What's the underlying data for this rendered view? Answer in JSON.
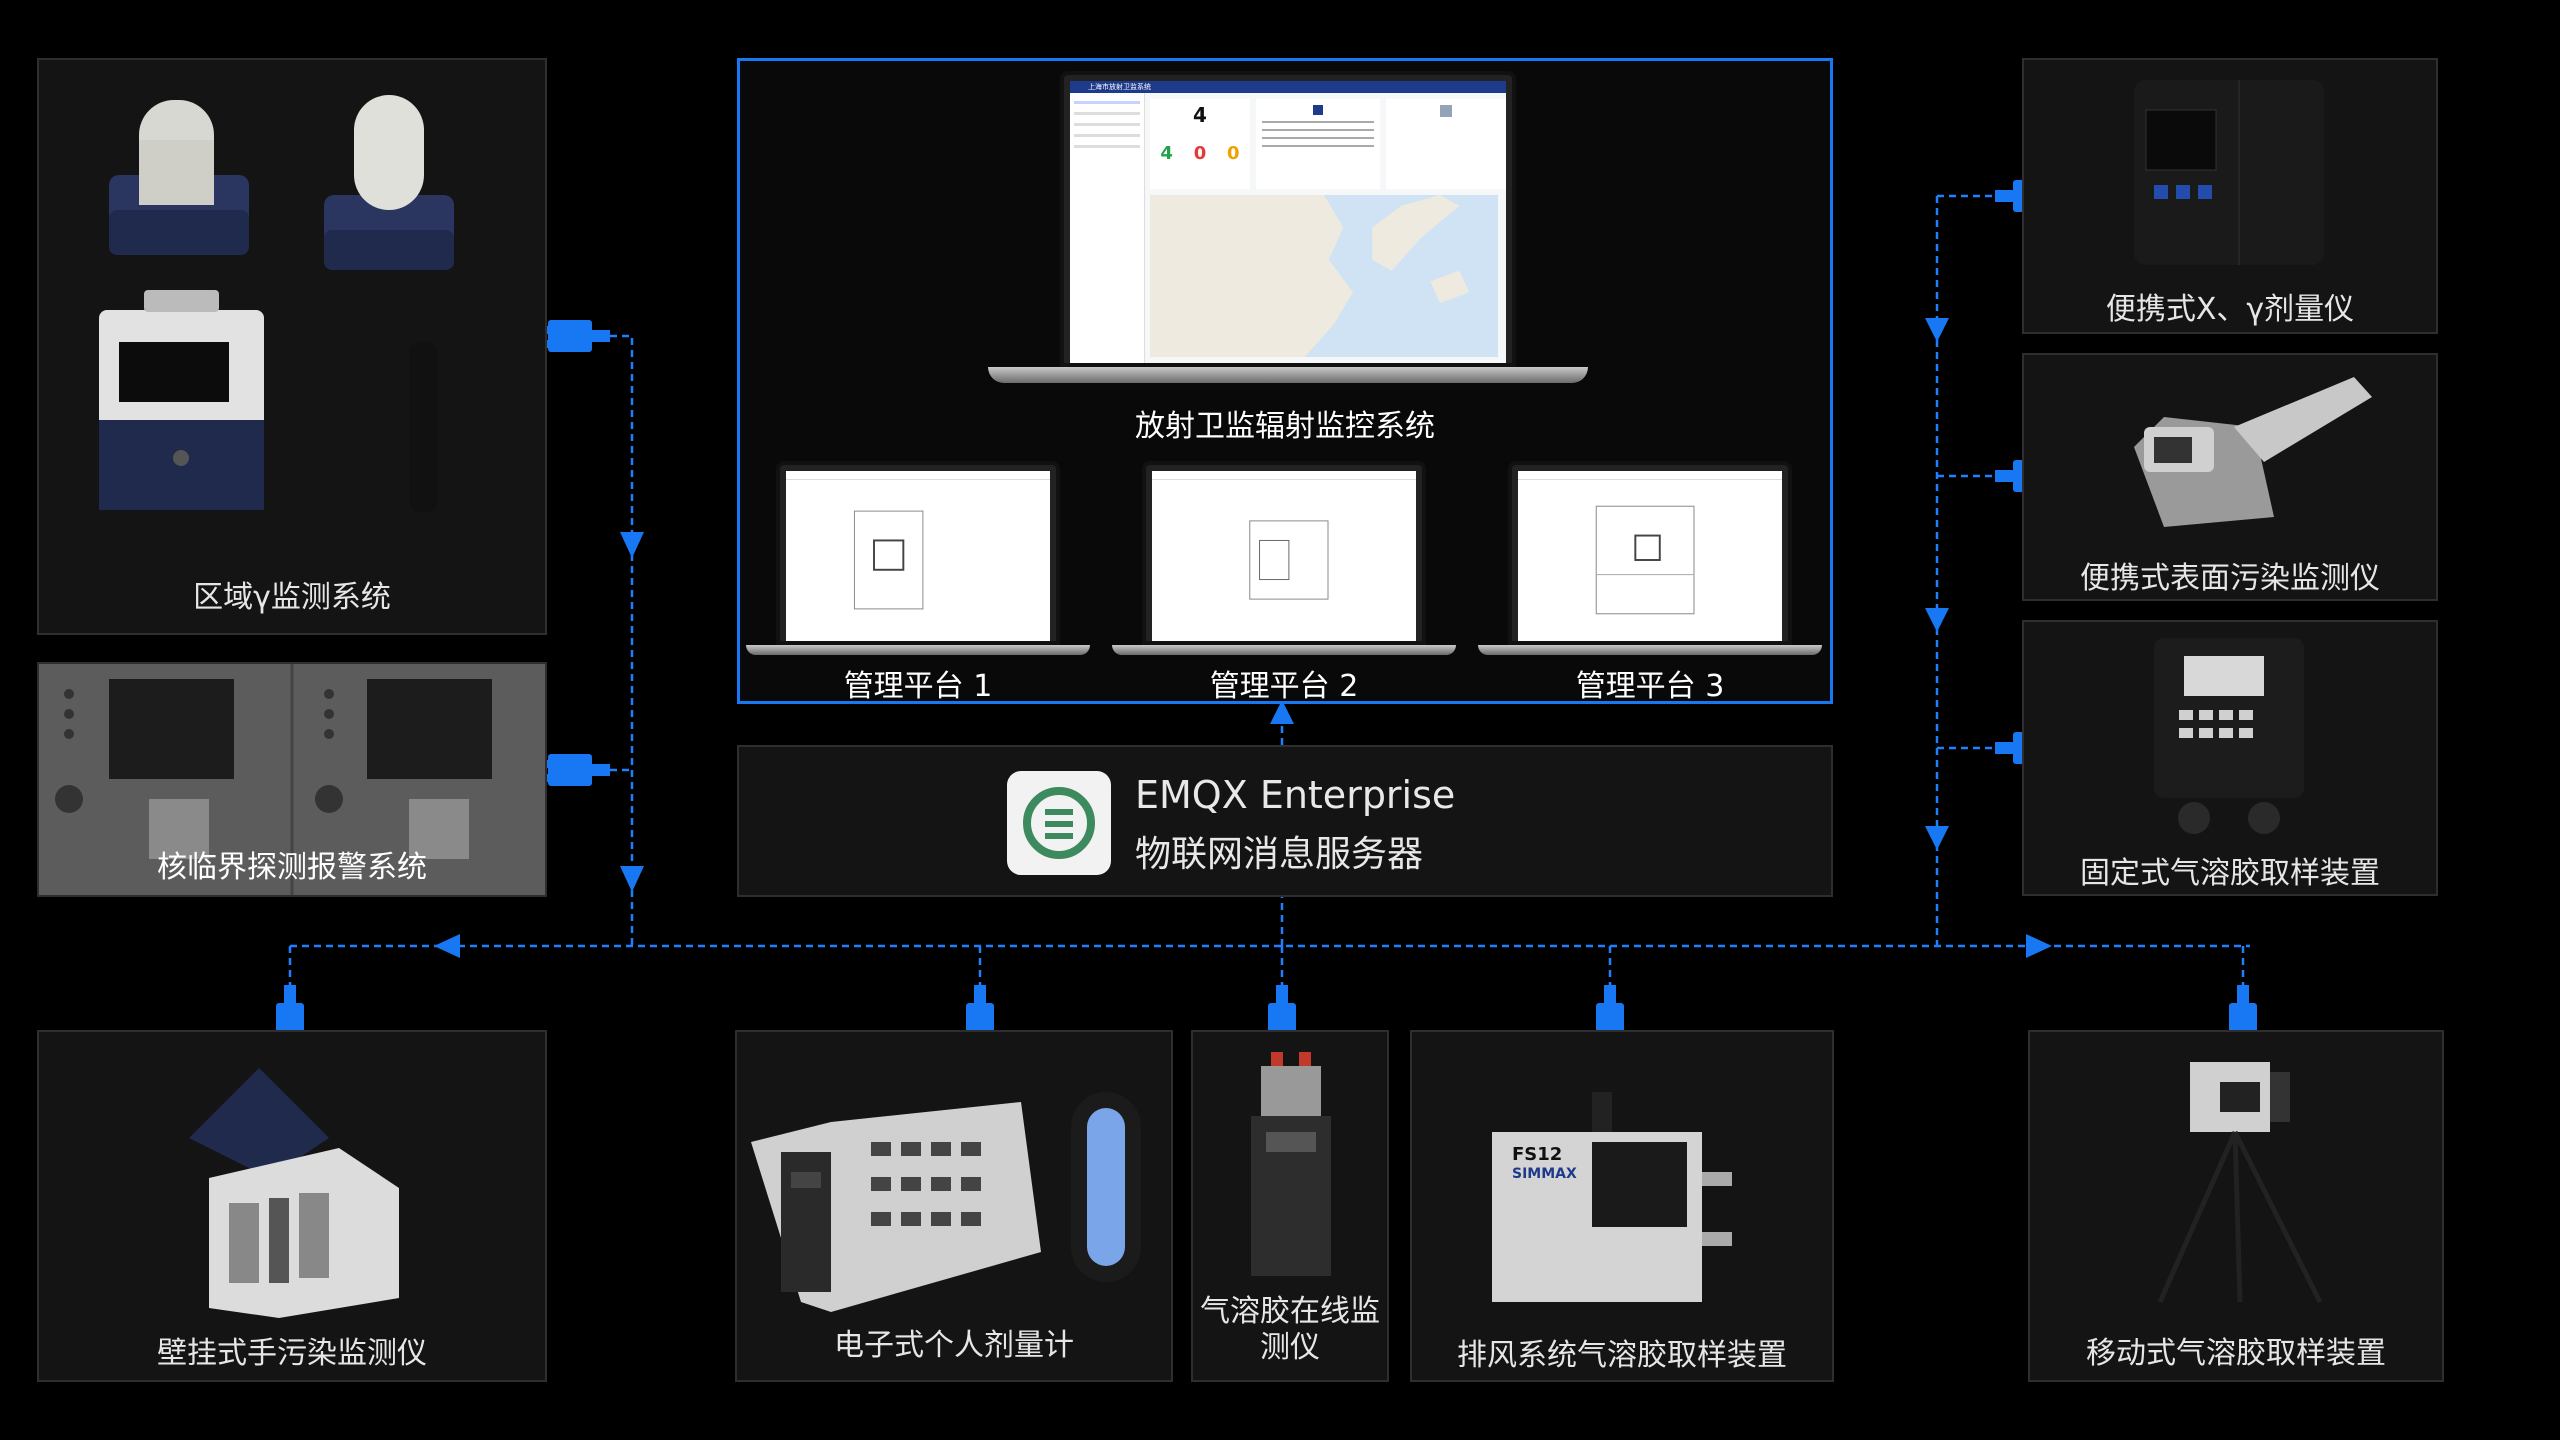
{
  "center": {
    "system_title": "放射卫监辐射监控系统",
    "platforms": [
      "管理平台 1",
      "管理平台 2",
      "管理平台 3"
    ],
    "dashboard": {
      "app_title": "上海市放射卫监系统",
      "stat_value": "4",
      "counters": [
        {
          "value": "4",
          "color": "#22a34a"
        },
        {
          "value": "0",
          "color": "#e53935"
        },
        {
          "value": "0",
          "color": "#f0a000"
        }
      ]
    }
  },
  "emqx": {
    "name": "EMQX Enterprise",
    "subtitle": "物联网消息服务器",
    "logo_color": "#3c8a5e"
  },
  "devices": {
    "area_gamma": "区域γ监测系统",
    "criticality": "核临界探测报警系统",
    "portable_xray": "便携式X、γ剂量仪",
    "portable_surface": "便携式表面污染监测仪",
    "fixed_aerosol": "固定式气溶胶取样装置",
    "wall_hand": "壁挂式手污染监测仪",
    "personal_dose": "电子式个人剂量计",
    "aerosol_online": [
      "气溶胶在线监",
      "测仪"
    ],
    "exhaust_aerosol": "排风系统气溶胶取样装置",
    "mobile_aerosol": "移动式气溶胶取样装置",
    "exhaust_model": "FS12",
    "brand": "SIMMAX"
  },
  "colors": {
    "accent": "#1877f2",
    "panel": "#141414",
    "background": "#000000"
  }
}
